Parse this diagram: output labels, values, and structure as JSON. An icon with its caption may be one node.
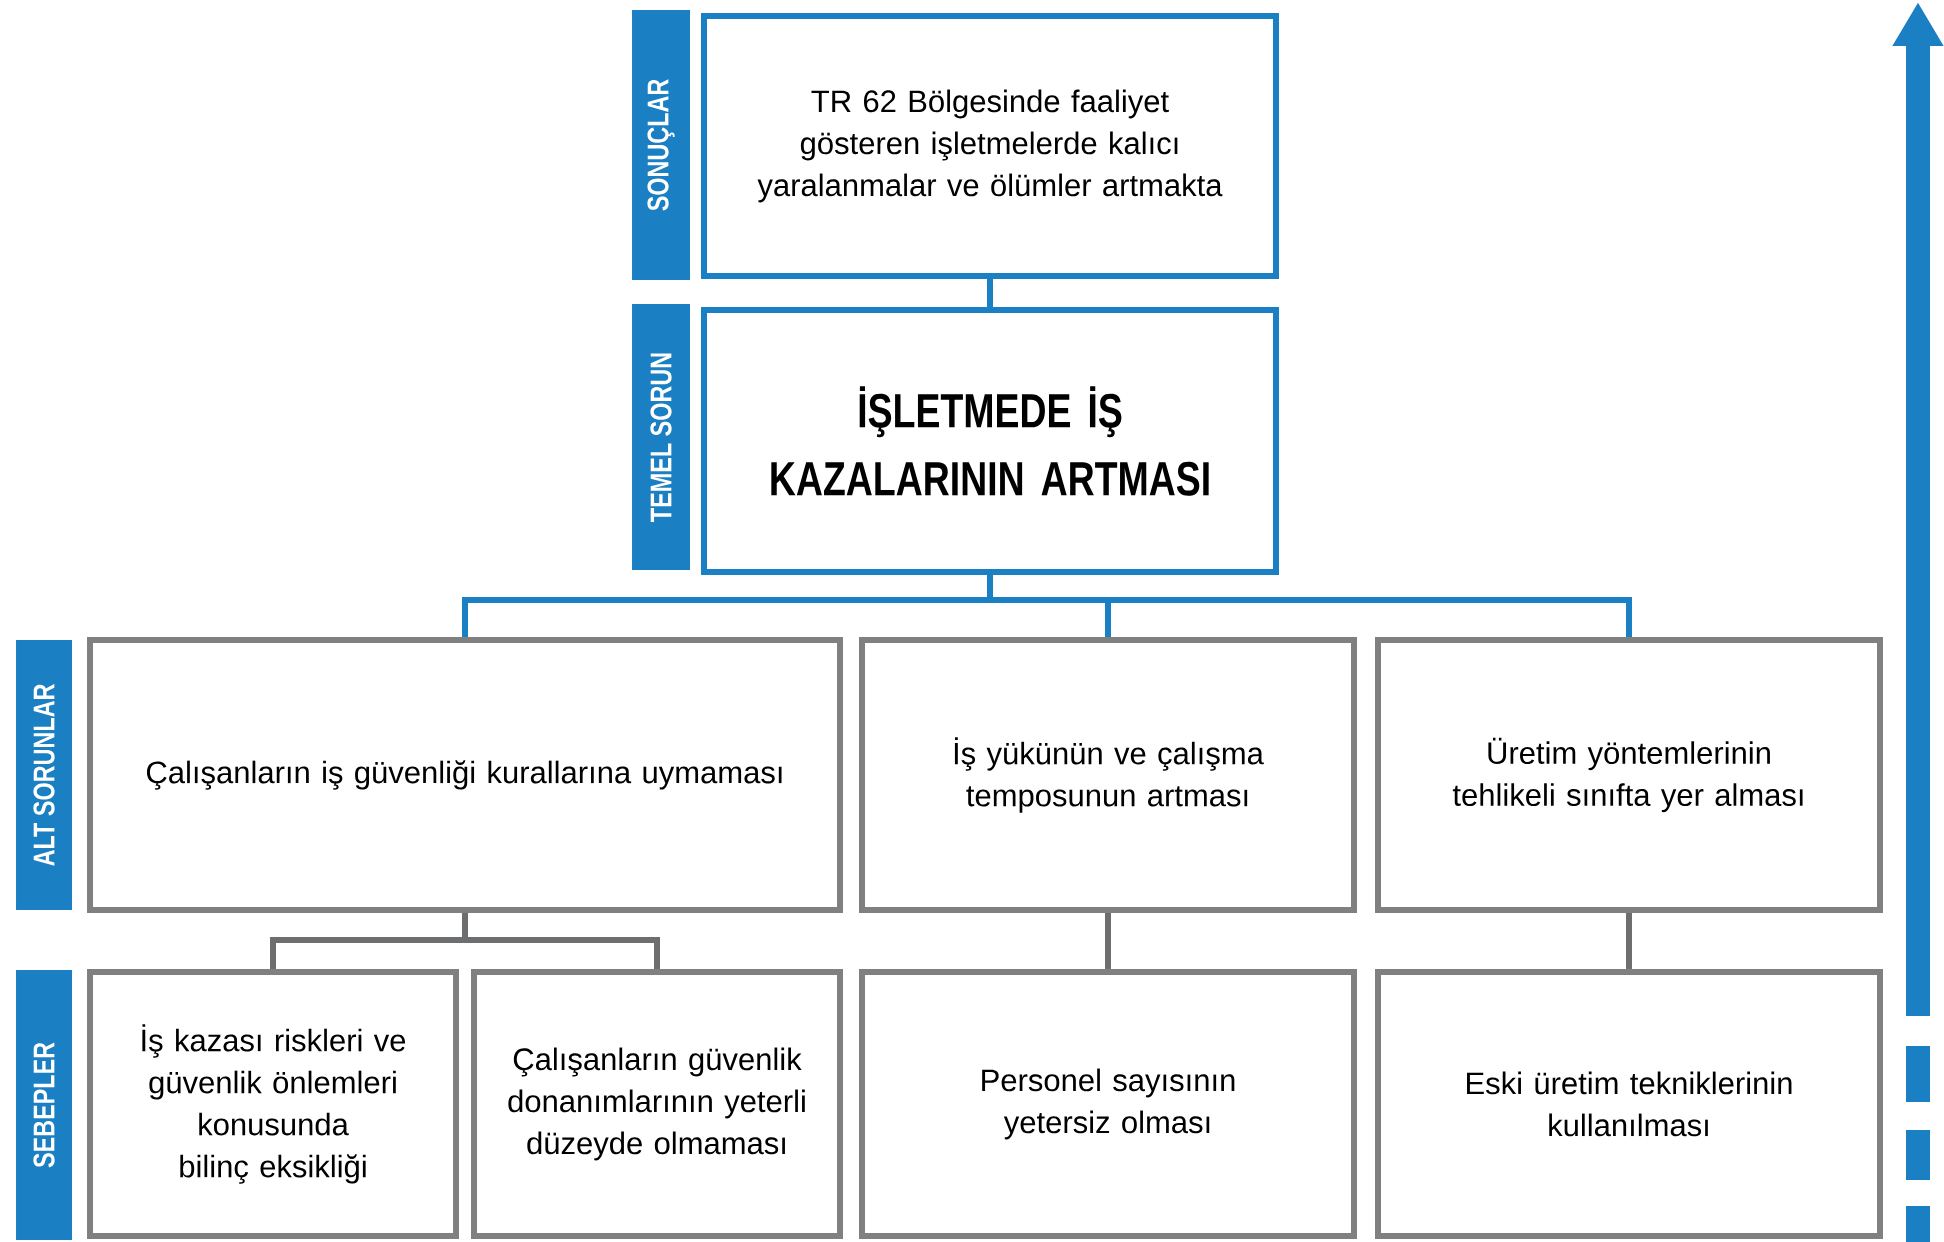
{
  "diagram": {
    "nodes": [
      {
        "text": [
          "SONUÇLAR"
        ]
      },
      {
        "text": [
          "TR 62 Bölgesinde faaliyet gösteren işletmelerde kalıcı yaralanmalar ve ölümler artmakta"
        ]
      },
      {
        "text": [
          "TEMEL SORUN"
        ]
      },
      {
        "text": [
          "İŞLETMEDE İŞ KAZALARININ ARTMASI"
        ]
      },
      {
        "text": [
          "ALT SORUNLAR"
        ]
      },
      {
        "text": [
          "Çalışanların iş güvenliği kurallarına uymaması"
        ]
      },
      {
        "text": [
          "İş yükünün ve çalışma temposunun artması"
        ]
      },
      {
        "text": [
          "Üretim yöntemlerinin tehlikeli sınıfta yer alması"
        ]
      },
      {
        "text": [
          "SEBEPLER"
        ]
      },
      {
        "text": [
          "İş kazası riskleri ve güvenlik önlemleri konusunda bilinç eksikliği"
        ]
      },
      {
        "text": [
          "Çalışanların güvenlik donanımlarının yeterli düzeyde olmaması"
        ]
      },
      {
        "text": [
          "Personel sayısının yetersiz olması"
        ]
      },
      {
        "text": [
          "Eski üretim tekniklerinin kullanılması"
        ]
      }
    ],
    "edges": [
      {
        "from": 1,
        "to": 3,
        "arrow": "none",
        "color": "#1b7fc4"
      },
      {
        "from": 3,
        "to": 5,
        "arrow": "none",
        "color": "#1b7fc4"
      },
      {
        "from": 3,
        "to": 6,
        "arrow": "none",
        "color": "#1b7fc4"
      },
      {
        "from": 3,
        "to": 7,
        "arrow": "none",
        "color": "#1b7fc4"
      },
      {
        "from": 5,
        "to": 9,
        "arrow": "none",
        "color": "#6d6e70"
      },
      {
        "from": 5,
        "to": 10,
        "arrow": "none",
        "color": "#6d6e70"
      },
      {
        "from": 6,
        "to": 11,
        "arrow": "none",
        "color": "#6d6e70"
      },
      {
        "from": 7,
        "to": 12,
        "arrow": "none",
        "color": "#6d6e70"
      }
    ]
  }
}
